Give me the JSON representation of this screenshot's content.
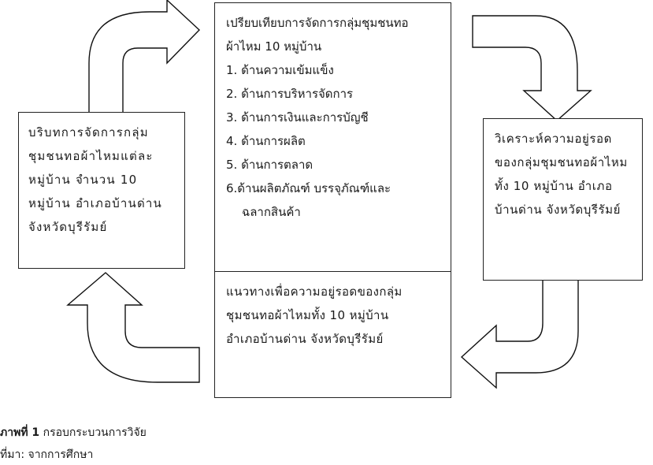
{
  "left_box": {
    "lines": [
      "บริบทการจัดการกลุ่ม",
      "ชุมชนทอผ้าไหมแต่ละ",
      "หมู่บ้าน จำนวน 10",
      "หมู่บ้าน อำเภอบ้านด่าน",
      "จังหวัดบุรีรัมย์"
    ]
  },
  "center_top": {
    "title_lines": [
      "เปรียบเทียบการจัดการกลุ่มชุมชนทอ",
      "ผ้าไหม 10 หมู่บ้าน"
    ],
    "items": [
      "1. ด้านความเข้มแข็ง",
      "2. ด้านการบริหารจัดการ",
      "3. ด้านการเงินและการบัญชี",
      "4. ด้านการผลิต",
      "5. ด้านการตลาด",
      "6.ด้านผลิตภัณฑ์ บรรจุภัณฑ์และ"
    ],
    "item_continuation": "ฉลากสินค้า"
  },
  "center_bottom": {
    "lines": [
      "แนวทางเพื่อความอยู่รอดของกลุ่ม",
      "ชุมชนทอผ้าไหมทั้ง 10 หมู่บ้าน",
      "อำเภอบ้านด่าน จังหวัดบุรีรัมย์"
    ]
  },
  "right_box": {
    "lines": [
      "วิเคราะห์ความอยู่รอด",
      "ของกลุ่มชุมชนทอผ้าไหม",
      "ทั้ง 10 หมู่บ้าน อำเภอ",
      "บ้านด่าน จังหวัดบุรีรัมย์"
    ]
  },
  "caption": {
    "figure_label": "ภาพที่ 1",
    "figure_title": "กรอบกระบวนการวิจัย",
    "source": "ที่มา: จากการศึกษา"
  }
}
